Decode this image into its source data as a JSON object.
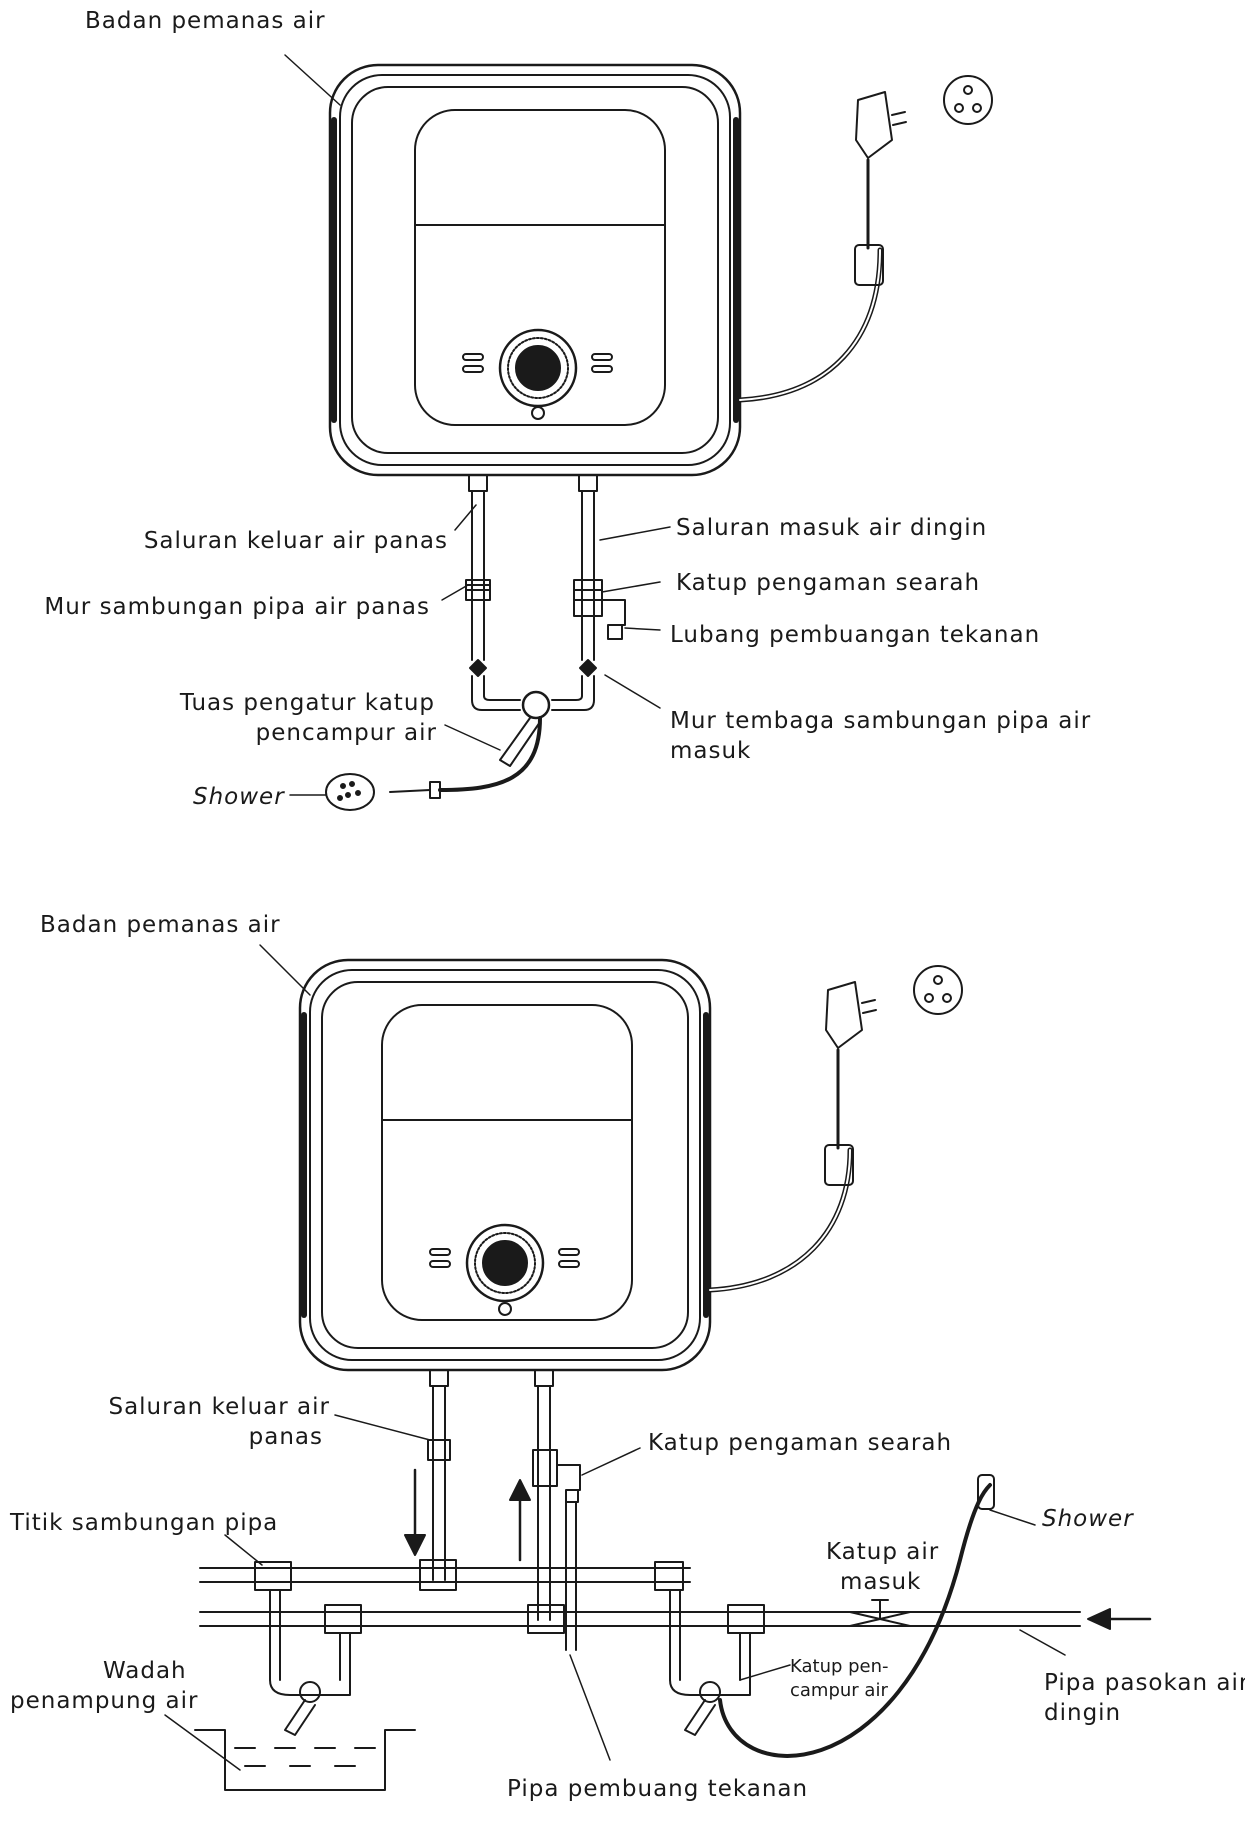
{
  "top": {
    "body": "Badan pemanas air",
    "hot_outlet": "Saluran keluar air panas",
    "hot_nut": "Mur sambungan pipa air panas",
    "lever_1": "Tuas pengatur katup",
    "lever_2": "pencampur air",
    "shower": "Shower",
    "cold_inlet": "Saluran masuk air dingin",
    "check_valve": "Katup pengaman searah",
    "relief_hole": "Lubang pembuangan tekanan",
    "copper_nut_1": "Mur tembaga sambungan pipa air",
    "copper_nut_2": "masuk"
  },
  "bottom": {
    "body": "Badan pemanas air",
    "hot_outlet_1": "Saluran keluar air",
    "hot_outlet_2": "panas",
    "check_valve": "Katup pengaman searah",
    "joint": "Titik sambungan pipa",
    "shower": "Shower",
    "inlet_valve_1": "Katup air",
    "inlet_valve_2": "masuk",
    "container_1": "Wadah",
    "container_2": "penampung air",
    "mixer_1": "Katup pen-",
    "mixer_2": "campur air",
    "supply_1": "Pipa pasokan air",
    "supply_2": "dingin",
    "drain": "Pipa pembuang tekanan"
  }
}
